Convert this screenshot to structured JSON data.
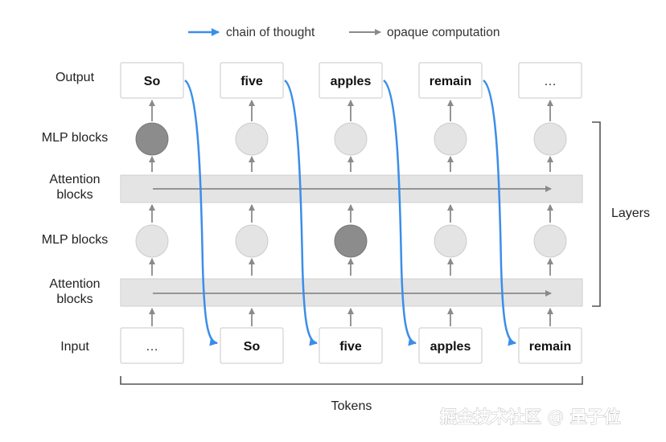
{
  "legend": {
    "chain_of_thought": "chain of thought",
    "opaque_computation": "opaque computation"
  },
  "row_labels": {
    "output": "Output",
    "mlp_top": "MLP blocks",
    "attention_top_1": "Attention",
    "attention_top_2": "blocks",
    "mlp_bottom": "MLP blocks",
    "attention_bottom_1": "Attention",
    "attention_bottom_2": "blocks",
    "input": "Input"
  },
  "output_tokens": [
    "So",
    "five",
    "apples",
    "remain",
    "…"
  ],
  "input_tokens": [
    "…",
    "So",
    "five",
    "apples",
    "remain"
  ],
  "layers_label": "Layers",
  "tokens_label": "Tokens",
  "watermark": "掘金技术社区 @ 量子位",
  "colors": {
    "chain_of_thought": "#3b8ee8",
    "opaque_arrow": "#8a8a8a",
    "node_light": "#e4e4e4",
    "node_dark": "#8c8c8c",
    "band": "#e4e4e4"
  }
}
